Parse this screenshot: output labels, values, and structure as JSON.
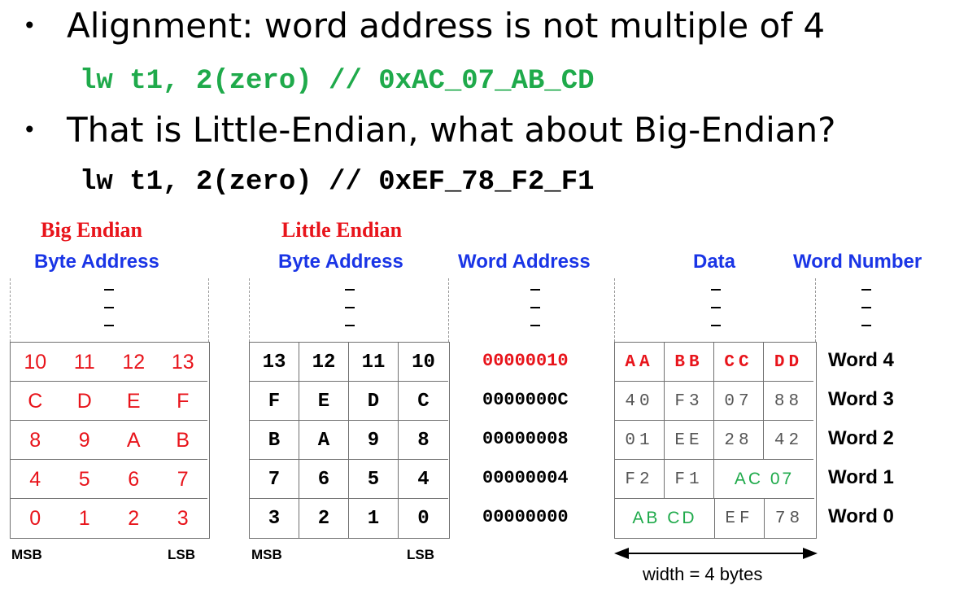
{
  "bullets": [
    {
      "text": "Alignment: word address is not multiple of 4",
      "code": "lw t1, 2(zero) // 0xAC_07_AB_CD"
    },
    {
      "text": "That is Little-Endian, what about Big-Endian?",
      "code": "lw t1, 2(zero) // 0xEF_78_F2_F1"
    }
  ],
  "headers": {
    "big_endian": "Big Endian",
    "little_endian": "Little Endian",
    "byte_address": "Byte Address",
    "word_address": "Word Address",
    "data": "Data",
    "word_number": "Word Number"
  },
  "big_endian_rows": [
    [
      "10",
      "11",
      "12",
      "13"
    ],
    [
      "C",
      "D",
      "E",
      "F"
    ],
    [
      "8",
      "9",
      "A",
      "B"
    ],
    [
      "4",
      "5",
      "6",
      "7"
    ],
    [
      "0",
      "1",
      "2",
      "3"
    ]
  ],
  "little_endian_rows": [
    [
      "13",
      "12",
      "11",
      "10"
    ],
    [
      "F",
      "E",
      "D",
      "C"
    ],
    [
      "B",
      "A",
      "9",
      "8"
    ],
    [
      "7",
      "6",
      "5",
      "4"
    ],
    [
      "3",
      "2",
      "1",
      "0"
    ]
  ],
  "word_addresses": [
    "00000010",
    "0000000C",
    "00000008",
    "00000004",
    "00000000"
  ],
  "data_rows": [
    [
      "AA",
      "BB",
      "CC",
      "DD"
    ],
    [
      "40",
      "F3",
      "07",
      "88"
    ],
    [
      "01",
      "EE",
      "28",
      "42"
    ],
    [
      "F2",
      "F1",
      "AC 07"
    ],
    [
      "AB CD",
      "EF",
      "78"
    ]
  ],
  "word_numbers": [
    "Word 4",
    "Word 3",
    "Word 2",
    "Word 1",
    "Word 0"
  ],
  "labels": {
    "msb": "MSB",
    "lsb": "LSB",
    "width": "width = 4 bytes"
  },
  "colors": {
    "red": "#e8141b",
    "blue": "#1a35e6",
    "green": "#1faa4b"
  }
}
